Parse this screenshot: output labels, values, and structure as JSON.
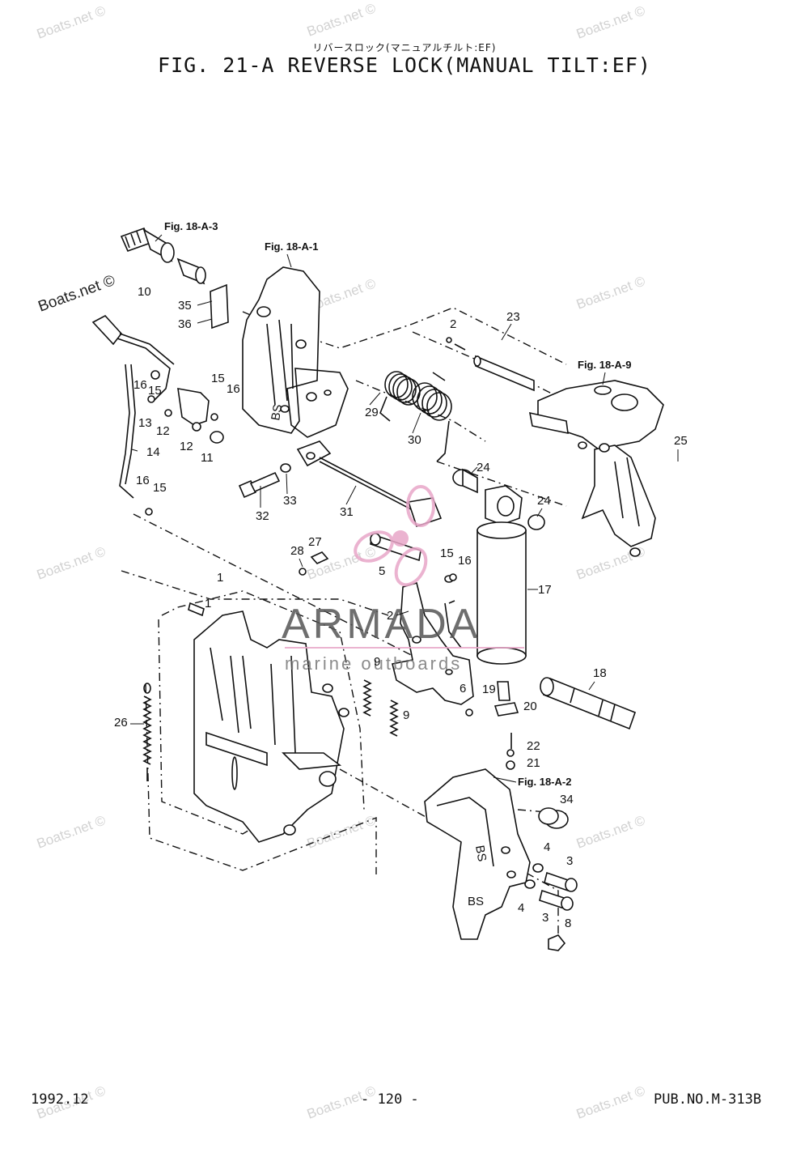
{
  "header": {
    "subtitle_jp": "リバースロック(マニュアルチルト:EF)",
    "title": "FIG. 21-A REVERSE LOCK(MANUAL TILT:EF)"
  },
  "footer": {
    "date": "1992.12",
    "page": "- 120 -",
    "pub": "PUB.NO.M-313B"
  },
  "figure_refs": [
    "Fig. 18-A-3",
    "Fig. 18-A-1",
    "Fig. 18-A-9",
    "Fig. 18-A-2"
  ],
  "callouts": [
    "1",
    "1",
    "2",
    "2",
    "3",
    "3",
    "4",
    "4",
    "5",
    "6",
    "8",
    "9",
    "9",
    "10",
    "11",
    "12",
    "12",
    "13",
    "14",
    "15",
    "15",
    "15",
    "15",
    "16",
    "16",
    "16",
    "16",
    "17",
    "18",
    "19",
    "20",
    "21",
    "22",
    "23",
    "24",
    "24",
    "25",
    "26",
    "27",
    "28",
    "29",
    "30",
    "31",
    "32",
    "33",
    "34",
    "35",
    "36"
  ],
  "watermarks": {
    "site": "Boats.net ©",
    "brand": "ARMADA",
    "brand_sub": "marine outboards",
    "brand_color": "#e8a6c8"
  }
}
